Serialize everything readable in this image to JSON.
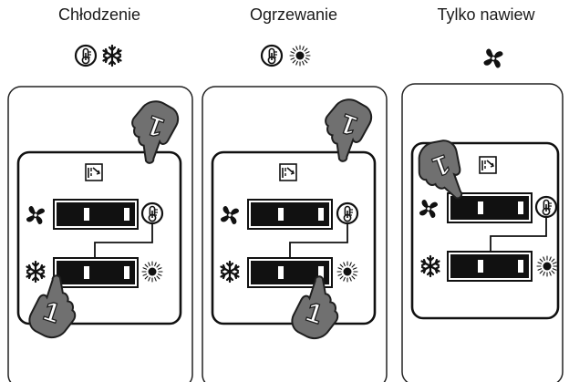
{
  "modes": [
    {
      "label": "Chłodzenie",
      "icons": [
        "thermometer-icon",
        "snowflake-icon"
      ]
    },
    {
      "label": "Ogrzewanie",
      "icons": [
        "thermometer-icon",
        "sun-icon"
      ]
    },
    {
      "label": "Tylko nawiew",
      "icons": [
        "fan-icon"
      ]
    }
  ],
  "callout_number": "1",
  "colors": {
    "ink": "#111111",
    "hand_fill": "#6f6f6f",
    "hand_stroke": "#222222",
    "bg": "#ffffff"
  }
}
